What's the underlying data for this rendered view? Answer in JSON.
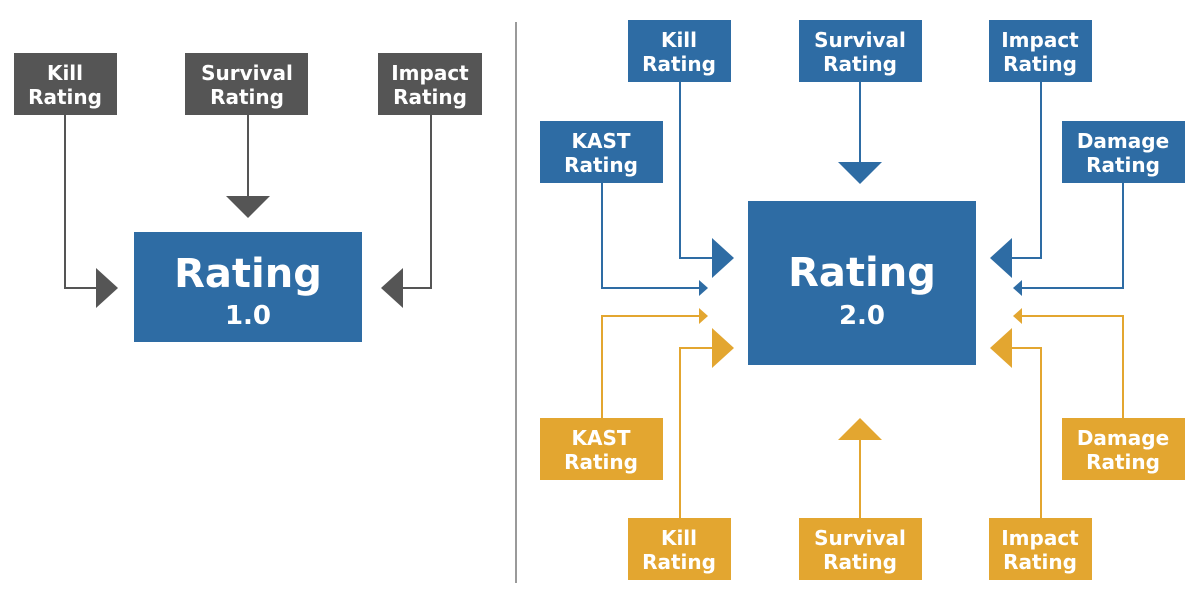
{
  "colors": {
    "gray": "#555555",
    "blue": "#2e6ca4",
    "gold": "#e3a630",
    "divider": "#9a9a9a"
  },
  "left": {
    "inputs": [
      {
        "line1": "Kill",
        "line2": "Rating"
      },
      {
        "line1": "Survival",
        "line2": "Rating"
      },
      {
        "line1": "Impact",
        "line2": "Rating"
      }
    ],
    "center": {
      "line1": "Rating",
      "line2": "1.0"
    }
  },
  "right": {
    "center": {
      "line1": "Rating",
      "line2": "2.0"
    },
    "blue_inputs": [
      {
        "line1": "Kill",
        "line2": "Rating"
      },
      {
        "line1": "Survival",
        "line2": "Rating"
      },
      {
        "line1": "Impact",
        "line2": "Rating"
      },
      {
        "line1": "KAST",
        "line2": "Rating"
      },
      {
        "line1": "Damage",
        "line2": "Rating"
      }
    ],
    "gold_inputs": [
      {
        "line1": "KAST",
        "line2": "Rating"
      },
      {
        "line1": "Damage",
        "line2": "Rating"
      },
      {
        "line1": "Kill",
        "line2": "Rating"
      },
      {
        "line1": "Survival",
        "line2": "Rating"
      },
      {
        "line1": "Impact",
        "line2": "Rating"
      }
    ]
  }
}
